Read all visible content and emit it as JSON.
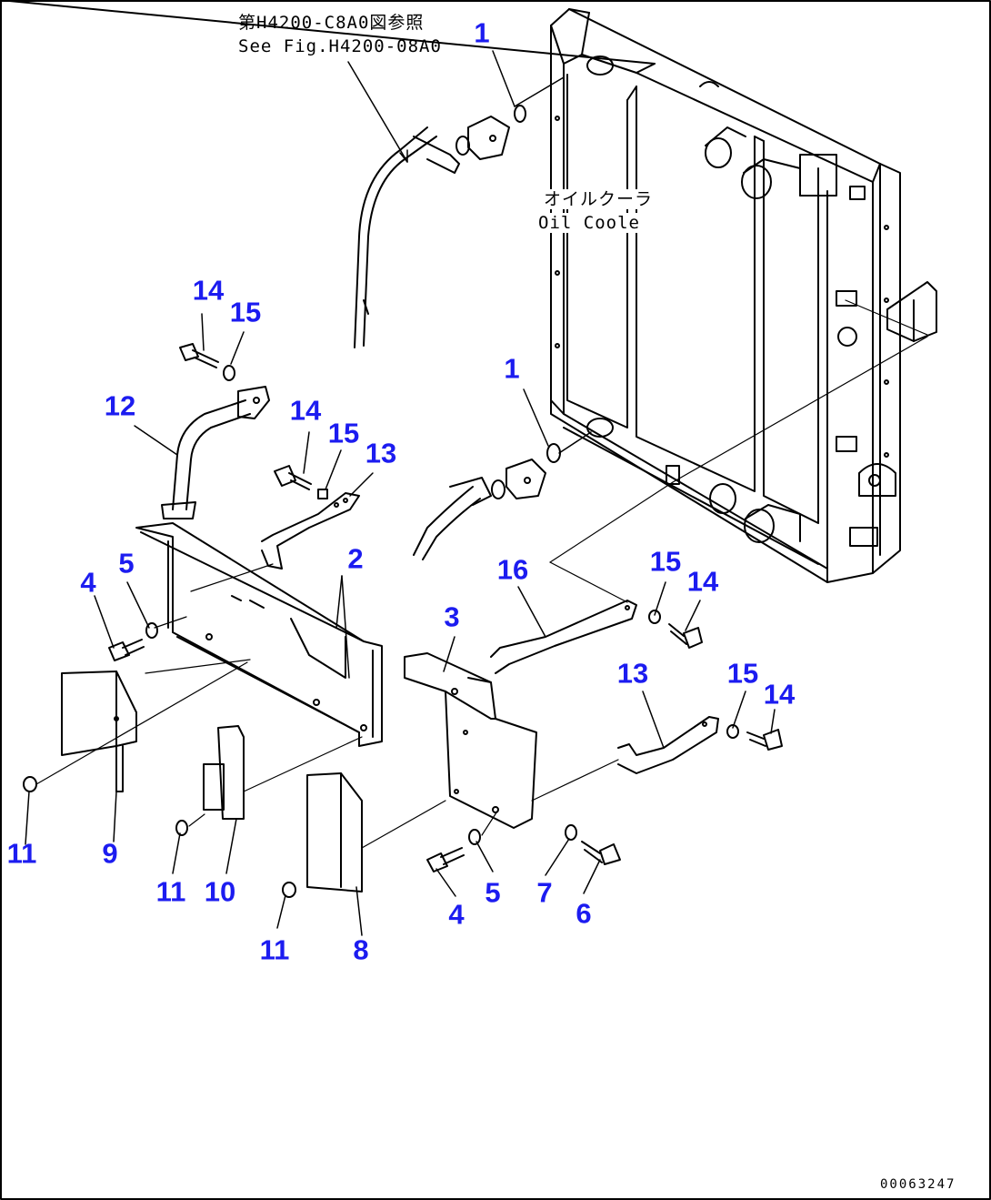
{
  "reference_note": {
    "line1": "第H4200-C8A0図参照",
    "line2": "See Fig.H4200-08A0"
  },
  "oil_cooler_label": {
    "line1": "オイルクーラ",
    "line2": "Oil Coole"
  },
  "callouts": [
    {
      "id": "c1a",
      "text": "1"
    },
    {
      "id": "c1b",
      "text": "1"
    },
    {
      "id": "c2",
      "text": "2"
    },
    {
      "id": "c3",
      "text": "3"
    },
    {
      "id": "c4a",
      "text": "4"
    },
    {
      "id": "c4b",
      "text": "4"
    },
    {
      "id": "c5a",
      "text": "5"
    },
    {
      "id": "c5b",
      "text": "5"
    },
    {
      "id": "c6",
      "text": "6"
    },
    {
      "id": "c7",
      "text": "7"
    },
    {
      "id": "c8",
      "text": "8"
    },
    {
      "id": "c9",
      "text": "9"
    },
    {
      "id": "c10",
      "text": "10"
    },
    {
      "id": "c11a",
      "text": "11"
    },
    {
      "id": "c11b",
      "text": "11"
    },
    {
      "id": "c11c",
      "text": "11"
    },
    {
      "id": "c12",
      "text": "12"
    },
    {
      "id": "c13a",
      "text": "13"
    },
    {
      "id": "c13b",
      "text": "13"
    },
    {
      "id": "c14a",
      "text": "14"
    },
    {
      "id": "c14b",
      "text": "14"
    },
    {
      "id": "c14c",
      "text": "14"
    },
    {
      "id": "c14d",
      "text": "14"
    },
    {
      "id": "c15a",
      "text": "15"
    },
    {
      "id": "c15b",
      "text": "15"
    },
    {
      "id": "c15c",
      "text": "15"
    },
    {
      "id": "c15d",
      "text": "15"
    },
    {
      "id": "c16",
      "text": "16"
    }
  ],
  "drawing_code": "00063247",
  "colors": {
    "callout": "#1c1cf0",
    "line": "#000000",
    "background": "#ffffff"
  }
}
